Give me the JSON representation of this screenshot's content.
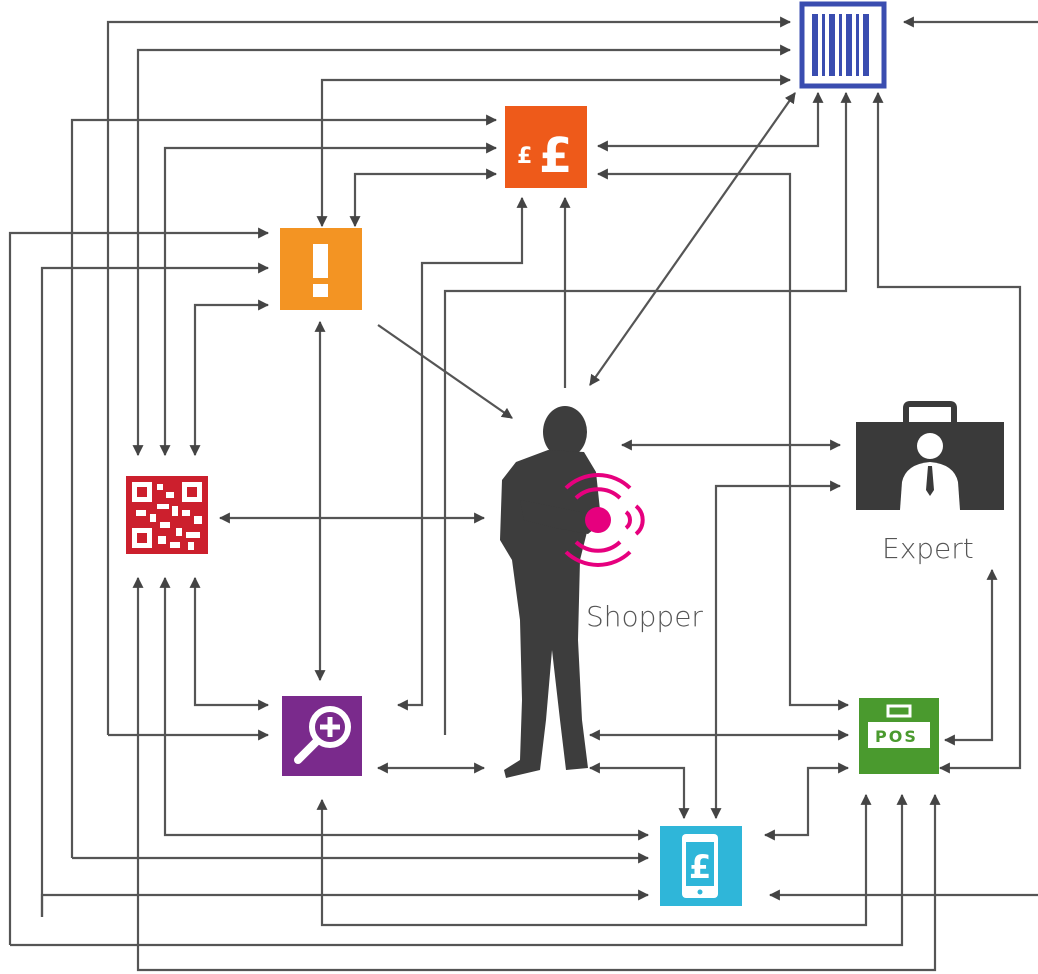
{
  "labels": {
    "expert": "Expert",
    "shopper": "Shopper",
    "pos": "POS"
  },
  "colors": {
    "barcode": "#3a4db0",
    "price": "#ee5a1a",
    "alert": "#f39423",
    "qr": "#cc1f2d",
    "search": "#7a2a8c",
    "mobile_pay": "#2fb6d9",
    "pos": "#4a9a2e",
    "expert": "#3a3a3a",
    "shopper": "#3d3d3d",
    "signal": "#e6007e",
    "connector": "#444444"
  },
  "nodes": [
    {
      "id": "barcode",
      "icon": "barcode-icon"
    },
    {
      "id": "price",
      "icon": "pound-price-icon"
    },
    {
      "id": "alert",
      "icon": "exclamation-icon"
    },
    {
      "id": "qr",
      "icon": "qr-code-icon"
    },
    {
      "id": "search",
      "icon": "magnifier-plus-icon"
    },
    {
      "id": "mobile_pay",
      "icon": "mobile-payment-icon"
    },
    {
      "id": "pos",
      "icon": "pos-terminal-icon"
    },
    {
      "id": "expert",
      "icon": "briefcase-person-icon"
    },
    {
      "id": "shopper",
      "icon": "shopper-silhouette-icon"
    }
  ]
}
